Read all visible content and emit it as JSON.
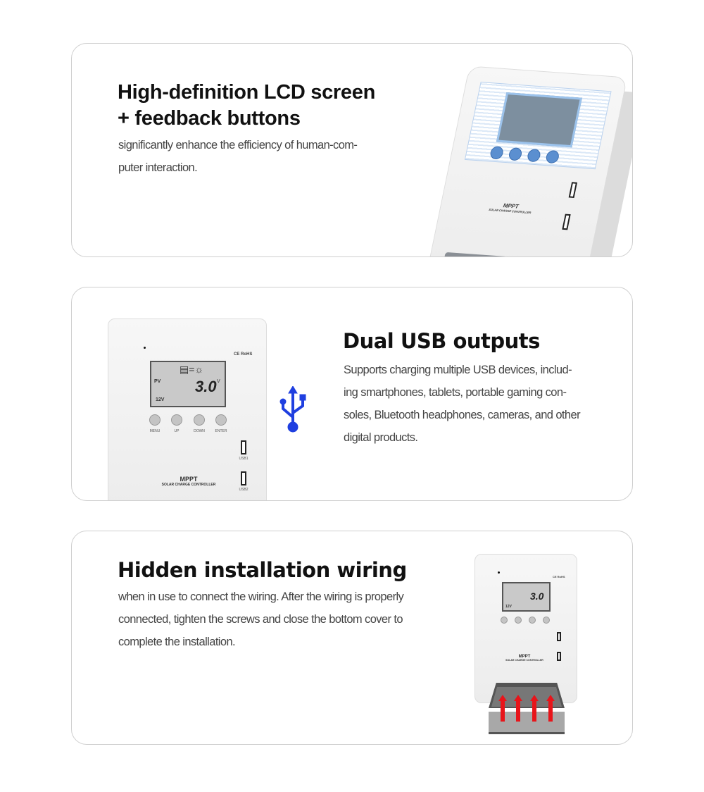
{
  "sections": [
    {
      "title_line1": "High-definition LCD screen",
      "title_line2": "+ feedback buttons",
      "body_line1": "significantly enhance the efficiency of human-com-",
      "body_line2": "puter interaction."
    },
    {
      "title": "Dual USB outputs",
      "body_lines": [
        "Supports charging multiple USB devices, includ-",
        "ing smartphones, tablets, portable gaming con-",
        "soles, Bluetooth headphones, cameras, and other",
        "digital products."
      ],
      "icon": "usb-icon",
      "icon_color": "#1f3fe0"
    },
    {
      "title": "Hidden installation wiring",
      "body_lines": [
        "when in use to connect the wiring. After the wiring is properly",
        "connected, tighten the screws and close the bottom cover to",
        "complete the installation."
      ],
      "arrow_color": "#e8141a"
    }
  ],
  "device": {
    "brand_line1": "MPPT",
    "brand_line2": "SOLAR CHARGE CONTROLLER",
    "cert": "CE RoHS",
    "lcd_pv": "PV",
    "lcd_value": "3.0",
    "lcd_unit": "V",
    "lcd_system": "12V",
    "buttons": [
      "MENU",
      "UP",
      "DOWN",
      "ENTER"
    ],
    "usb_ports": [
      "USB1",
      "USB2"
    ],
    "accent_color": "#5b8fd0"
  }
}
